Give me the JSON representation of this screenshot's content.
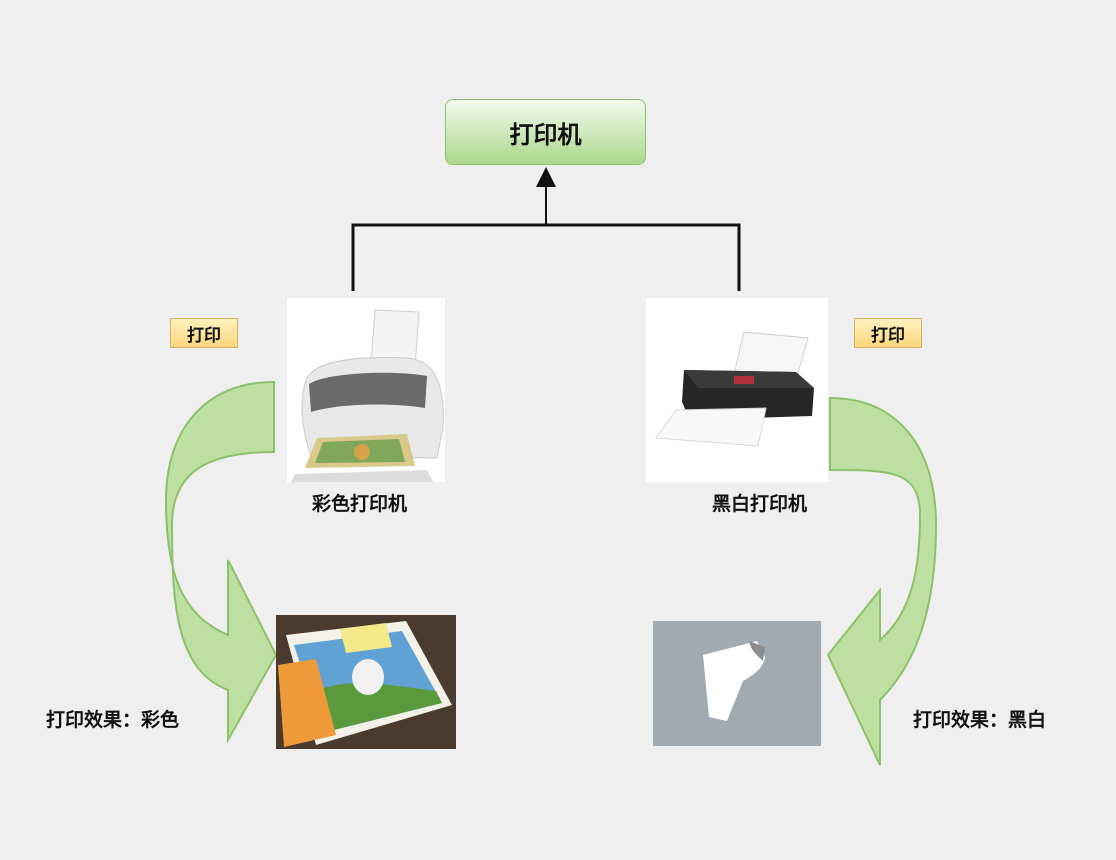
{
  "root": {
    "label": "打印机"
  },
  "left": {
    "tag": "打印",
    "printer_label": "彩色打印机",
    "effect_label": "打印效果：彩色"
  },
  "right": {
    "tag": "打印",
    "printer_label": "黑白打印机",
    "effect_label": "打印效果：黑白"
  },
  "colors": {
    "background": "#efefef",
    "node_fill_top": "#f3faee",
    "node_fill_bottom": "#a9d88a",
    "node_border": "#8fbf6a",
    "tag_fill": "#fbd77c",
    "arrow_fill": "#bde0a2",
    "arrow_stroke": "#8cc06a",
    "connector": "#111111"
  }
}
